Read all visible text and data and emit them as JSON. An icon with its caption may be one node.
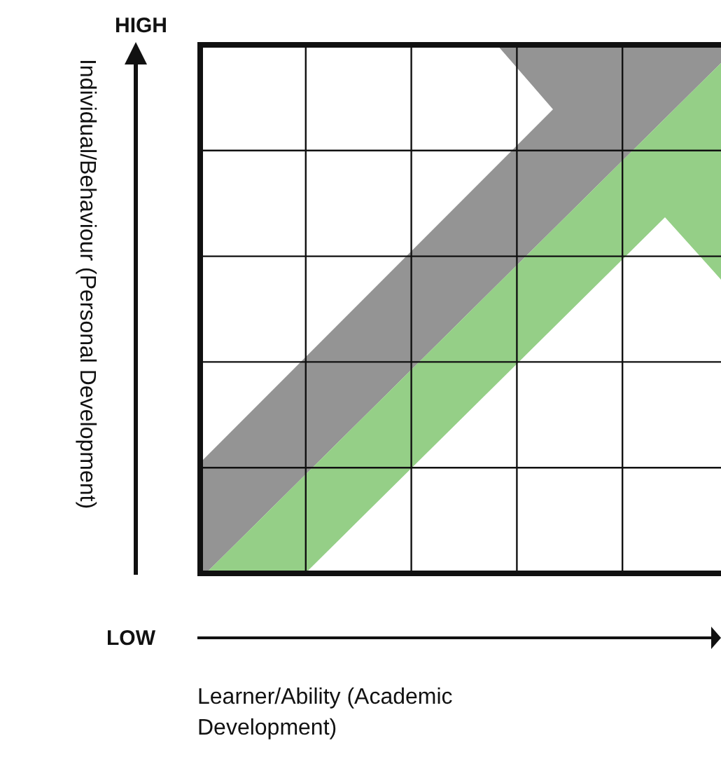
{
  "diagram": {
    "labels": [
      "HIGH",
      "Individual/Behaviour (Personal Development)",
      "LOW",
      "Learner/Ability (Academic Development)"
    ]
  }
}
